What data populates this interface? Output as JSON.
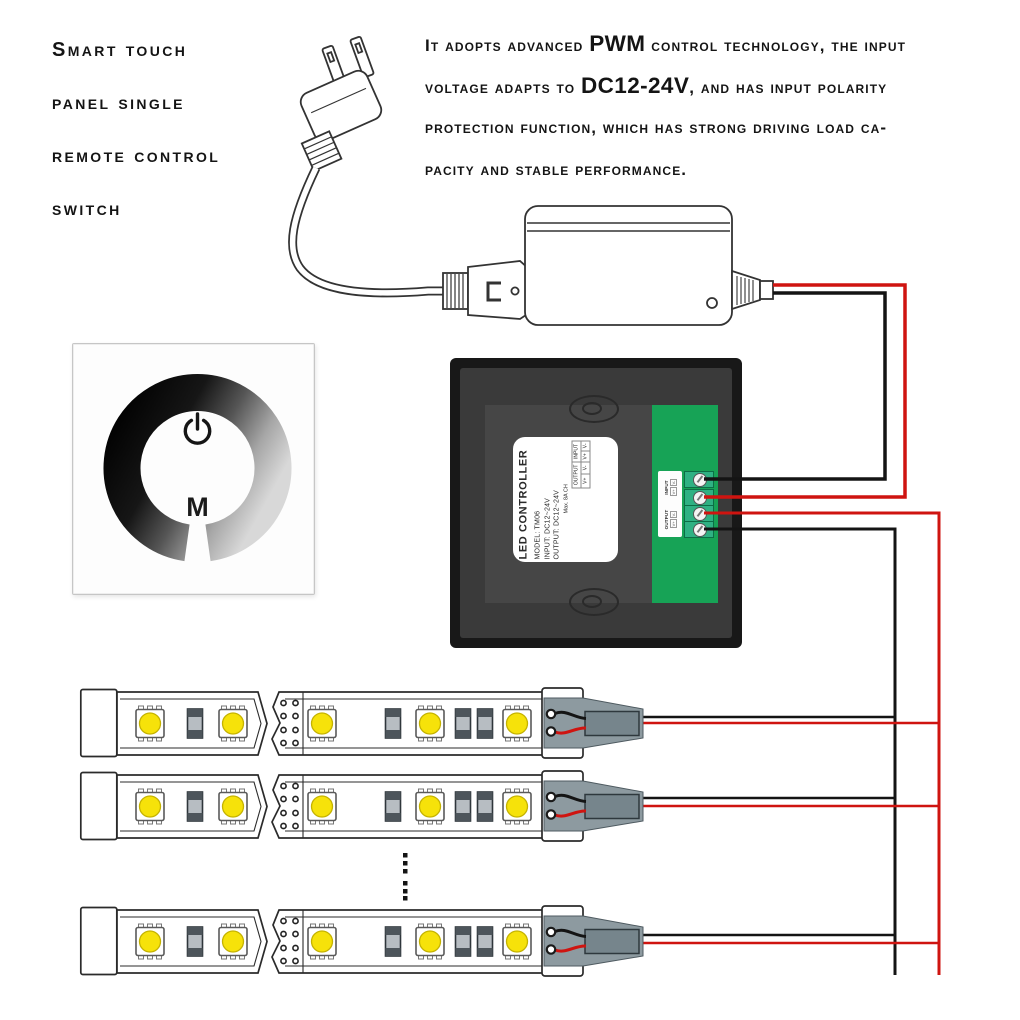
{
  "header": {
    "title_lines": [
      "Smart touch",
      "panel single",
      "remote control",
      "switch"
    ],
    "description_lines": [
      [
        {
          "t": "It adopts advanced "
        },
        {
          "t": "PWM",
          "em": true
        },
        {
          "t": " control technology, the input"
        }
      ],
      [
        {
          "t": "voltage adapts to "
        },
        {
          "t": "DC12-24V",
          "em": true
        },
        {
          "t": ", and has input polarity"
        }
      ],
      [
        {
          "t": "protection function, which has strong driving load ca-"
        }
      ],
      [
        {
          "t": "pacity and stable performance."
        }
      ]
    ]
  },
  "touch_panel": {
    "power_icon": "power-icon",
    "mode_label": "M"
  },
  "controller": {
    "label": {
      "title": "LED CONTROLLER",
      "lines": [
        "MODEL: TM06",
        "INPUT: DC12~24V",
        "OUTPUT: DC12~24V"
      ],
      "max_note": "Max. 8A CH",
      "table_headers": [
        "OUTPUT",
        "INPUT"
      ],
      "table_pins": [
        "V+",
        "V-",
        "V+",
        "V-"
      ]
    },
    "terminal_label": {
      "groups": [
        {
          "name": "OUTPUT",
          "pins": [
            "V+",
            "V-"
          ]
        },
        {
          "name": "INPUT",
          "pins": [
            "V+",
            "V-"
          ]
        }
      ]
    }
  },
  "diagram": {
    "strip_rows": 3,
    "ellipsis_meaning": "more-strips"
  },
  "colors": {
    "wire_red": "#cf1410",
    "wire_black": "#141414",
    "pcb_green": "#17a356",
    "terminal_green": "#2fb183",
    "led_yellow": "#f6e20a",
    "controller_black": "#181818",
    "connector_gray": "#8d9aa0"
  }
}
